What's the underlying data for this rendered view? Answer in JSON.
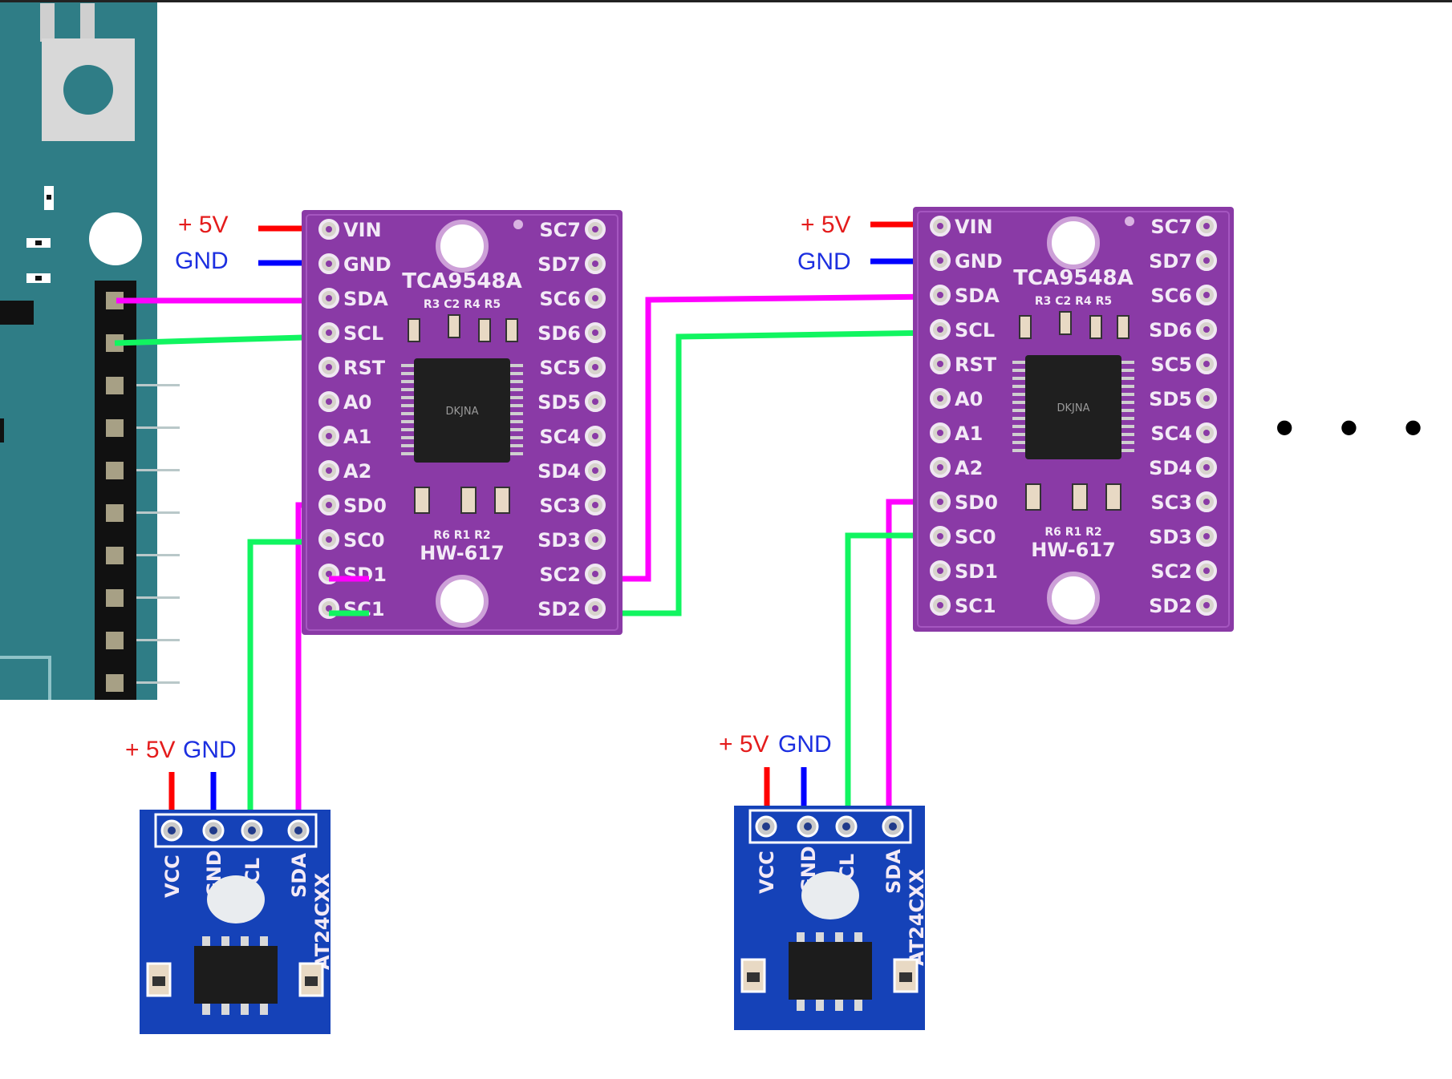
{
  "colors": {
    "arduino_board": "#2f7d86",
    "header_strip": "#111111",
    "mux_board": "#8a3aa6",
    "mux_chip": "#1f1f1f",
    "eeprom_board": "#1542b8",
    "wire_power": "#ff0000",
    "wire_ground": "#0000ff",
    "wire_sda": "#ff00ff",
    "wire_scl_green": "#11f560",
    "label_power": "#e41c1c",
    "label_ground": "#1c2fe0"
  },
  "labels": {
    "power": "+ 5V",
    "ground": "GND",
    "ellipsis": "• • •"
  },
  "mux": {
    "chip_name": "TCA9548A",
    "model": "HW-617",
    "ic_marking": "DKJNA",
    "top_components": "R3 C2 R4 R5",
    "bottom_components": "R6  R1  R2",
    "pins_left": [
      "VIN",
      "GND",
      "SDA",
      "SCL",
      "RST",
      "A0",
      "A1",
      "A2",
      "SD0",
      "SC0",
      "SD1",
      "SC1"
    ],
    "pins_right": [
      "SC7",
      "SD7",
      "SC6",
      "SD6",
      "SC5",
      "SD5",
      "SC4",
      "SD4",
      "SC3",
      "SD3",
      "SC2",
      "SD2"
    ]
  },
  "eeprom": {
    "pins": [
      "VCC",
      "GND",
      "SCL",
      "SDA"
    ],
    "model": "AT24CXX"
  }
}
